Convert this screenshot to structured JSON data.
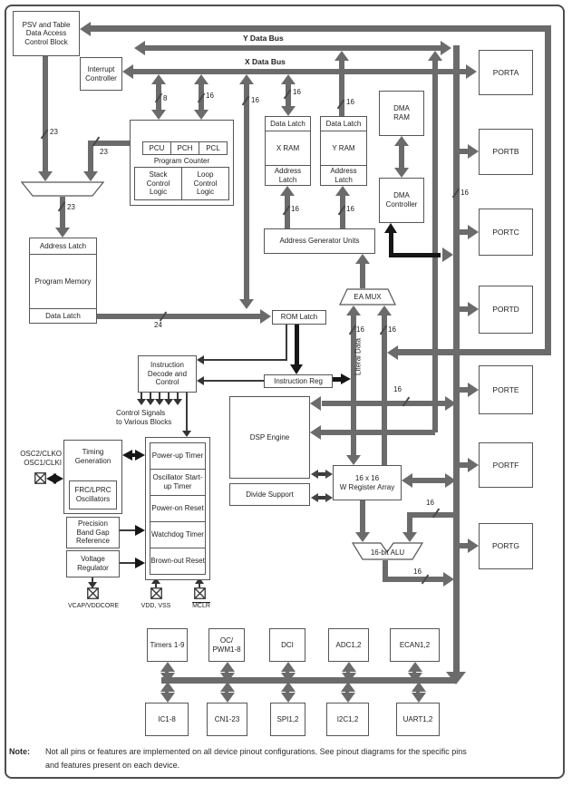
{
  "figure": {
    "bus_labels": {
      "y": "Y Data Bus",
      "x": "X Data Bus",
      "literal": "Literal Data"
    },
    "widths": {
      "w8": "8",
      "w16": "16",
      "w23": "23",
      "w24": "24"
    },
    "blocks": {
      "psv": [
        "PSV and Table",
        "Data Access",
        "Control Block"
      ],
      "interrupt": [
        "Interrupt",
        "Controller"
      ],
      "pcu": "PCU",
      "pch": "PCH",
      "pcl": "PCL",
      "program_counter": "Program Counter",
      "stack_logic": [
        "Stack",
        "Control",
        "Logic"
      ],
      "loop_logic": [
        "Loop",
        "Control",
        "Logic"
      ],
      "address_latch": "Address Latch",
      "program_memory": "Program Memory",
      "data_latch": "Data Latch",
      "x_ram": {
        "top": "Data Latch",
        "name": "X RAM",
        "bottom": "Address Latch"
      },
      "y_ram": {
        "top": "Data Latch",
        "name": "Y RAM",
        "bottom": "Address Latch"
      },
      "dma_ram": [
        "DMA",
        "RAM"
      ],
      "dma_controller": [
        "DMA",
        "Controller"
      ],
      "agu": "Address Generator Units",
      "ea_mux": "EA MUX",
      "rom_latch": "ROM Latch",
      "instruction_reg": "Instruction Reg",
      "decode": [
        "Instruction",
        "Decode and",
        "Control"
      ],
      "control_signals": [
        "Control Signals",
        "to Various Blocks"
      ],
      "dsp": "DSP Engine",
      "divide": "Divide Support",
      "w_array": [
        "16 x 16",
        "W Register Array"
      ],
      "alu": "16-bit ALU",
      "timing": [
        "Timing",
        "Generation"
      ],
      "frc": [
        "FRC/LPRC",
        "Oscillators"
      ],
      "bandgap": [
        "Precision",
        "Band Gap",
        "Reference"
      ],
      "vreg": [
        "Voltage",
        "Regulator"
      ],
      "resets": [
        "Power-up Timer",
        "Oscillator Start-up Timer",
        "Power-on Reset",
        "Watchdog Timer",
        "Brown-out Reset"
      ]
    },
    "osc_labels": [
      "OSC2/CLKO",
      "OSC1/CLKI"
    ],
    "pin_labels": {
      "vcap": "VCAP/VDDCORE",
      "vdd": "VDD, VSS",
      "mclr": "MCLR"
    },
    "ports": [
      "PORTA",
      "PORTB",
      "PORTC",
      "PORTD",
      "PORTE",
      "PORTF",
      "PORTG"
    ],
    "peripherals_top": [
      "Timers 1-9",
      "OC/ PWM1-8",
      "DCI",
      "ADC1,2",
      "ECAN1,2"
    ],
    "peripherals_bottom": [
      "IC1-8",
      "CN1-23",
      "SPI1,2",
      "I2C1,2",
      "UART1,2"
    ],
    "note": {
      "label": "Note:",
      "line1": "Not all pins or features are implemented on all device pinout configurations. See pinout diagrams for the specific pins",
      "line2": "and features present on each device."
    }
  }
}
